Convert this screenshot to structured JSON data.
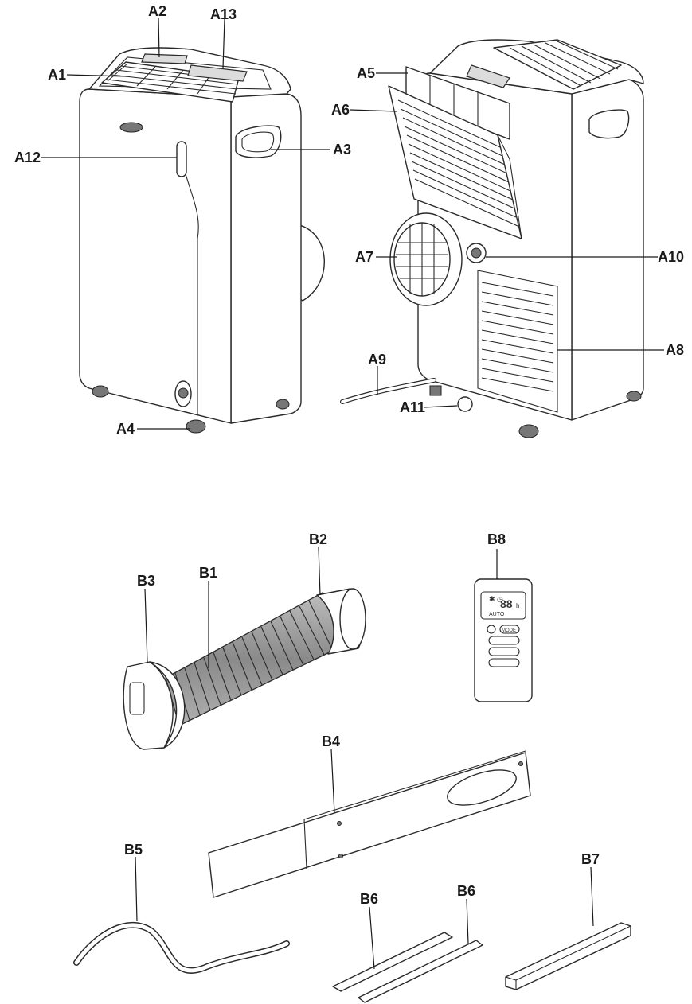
{
  "labels": {
    "a1": "A1",
    "a2": "A2",
    "a3": "A3",
    "a4": "A4",
    "a5": "A5",
    "a6": "A6",
    "a7": "A7",
    "a8": "A8",
    "a9": "A9",
    "a10": "A10",
    "a11": "A11",
    "a12": "A12",
    "a13": "A13",
    "b1": "B1",
    "b2": "B2",
    "b3": "B3",
    "b4": "B4",
    "b5": "B5",
    "b6a": "B6",
    "b6b": "B6",
    "b7": "B7",
    "b8": "B8"
  },
  "remote": {
    "display_digits": "88",
    "display_unit": "h",
    "auto": "AUTO",
    "mode_button": "MODE"
  }
}
